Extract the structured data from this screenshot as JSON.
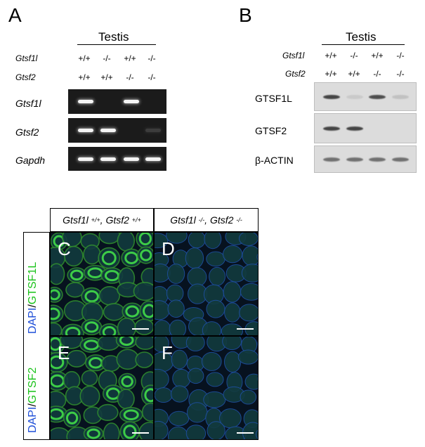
{
  "panelA": {
    "letter": "A",
    "title": "Testis",
    "genotype_rows": [
      {
        "gene": "Gtsf1l",
        "values": [
          "+/+",
          "-/-",
          "+/+",
          "-/-"
        ]
      },
      {
        "gene": "Gtsf2",
        "values": [
          "+/+",
          "+/+",
          "-/-",
          "-/-"
        ]
      }
    ],
    "gel_rows": [
      {
        "label": "Gtsf1l",
        "bands": [
          1,
          0,
          1,
          0
        ]
      },
      {
        "label": "Gtsf2",
        "bands": [
          1,
          1,
          0,
          0.1
        ]
      },
      {
        "label": "Gapdh",
        "bands": [
          1,
          1,
          1,
          1
        ]
      }
    ]
  },
  "panelB": {
    "letter": "B",
    "title": "Testis",
    "genotype_rows": [
      {
        "gene": "Gtsf1l",
        "values": [
          "+/+",
          "-/-",
          "+/+",
          "-/-"
        ]
      },
      {
        "gene": "Gtsf2",
        "values": [
          "+/+",
          "+/+",
          "-/-",
          "-/-"
        ]
      }
    ],
    "blot_rows": [
      {
        "label": "GTSF1L",
        "bands": [
          0.85,
          0.1,
          0.8,
          0.15
        ]
      },
      {
        "label": "GTSF2",
        "bands": [
          0.85,
          0.85,
          0,
          0
        ]
      },
      {
        "label": "β-ACTIN",
        "bands": [
          0.6,
          0.6,
          0.6,
          0.6
        ]
      }
    ]
  },
  "imaging": {
    "col_headers": [
      {
        "gene1": "Gtsf1l",
        "sup1": "+/+",
        "gene2": "Gtsf2",
        "sup2": "+/+"
      },
      {
        "gene1": "Gtsf1l",
        "sup1": "-/-",
        "gene2": "Gtsf2",
        "sup2": "-/-"
      }
    ],
    "row_labels": [
      {
        "stain1": "DAPI",
        "sep": "/",
        "stain2": "GTSF1L"
      },
      {
        "stain1": "DAPI",
        "sep": "/",
        "stain2": "GTSF2"
      }
    ],
    "panels": [
      "C",
      "D",
      "E",
      "F"
    ],
    "colors": {
      "dapi": "#1f4fd8",
      "green": "#19c219"
    }
  }
}
